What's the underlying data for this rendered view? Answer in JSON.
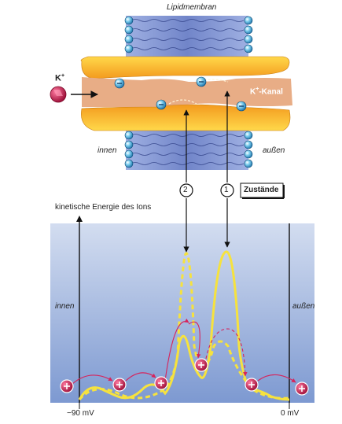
{
  "membrane": {
    "title": "Lipidmembran",
    "ion_label": "K",
    "ion_superscript": "+",
    "channel_label": "K",
    "channel_superscript": "+",
    "channel_suffix": "-Kanal",
    "side_inside": "innen",
    "side_outside": "außen"
  },
  "states": {
    "marker_2": "2",
    "marker_1": "1",
    "label": "Zustände"
  },
  "energy_plot": {
    "ylabel": "kinetische Energie des Ions",
    "side_inside": "innen",
    "side_outside": "außen",
    "x_left_label": "−90 mV",
    "x_right_label": "0 mV"
  },
  "colors": {
    "channel_orange": "#f5a623",
    "channel_yellow": "#ffd23c",
    "pore": "#e8ad86",
    "lipid_blue": "#7f93d4",
    "ion_red": "#c0154a",
    "curve_yellow": "#f6e23e",
    "arrow_red": "#d6245c",
    "plot_bg_top": "#d2dcef",
    "plot_bg_bottom": "#7f9bd2"
  }
}
